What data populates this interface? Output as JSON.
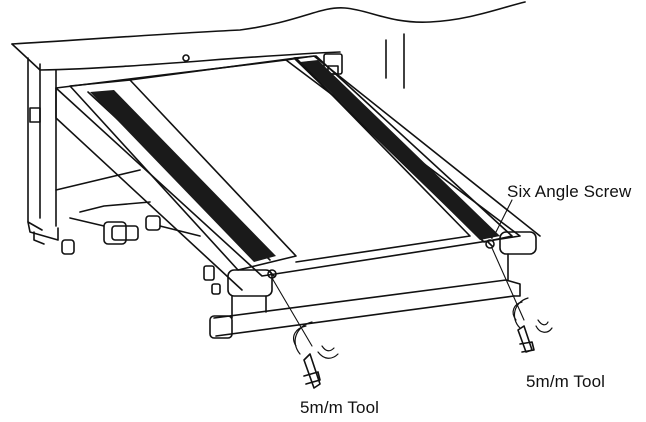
{
  "labels": {
    "six_angle_screw": "Six Angle Screw",
    "tool_left": "5m/m Tool",
    "tool_right": "5m/m Tool"
  },
  "colors": {
    "ink": "#111111",
    "belt_strip": "#1a1a1a",
    "paper": "#ffffff"
  }
}
